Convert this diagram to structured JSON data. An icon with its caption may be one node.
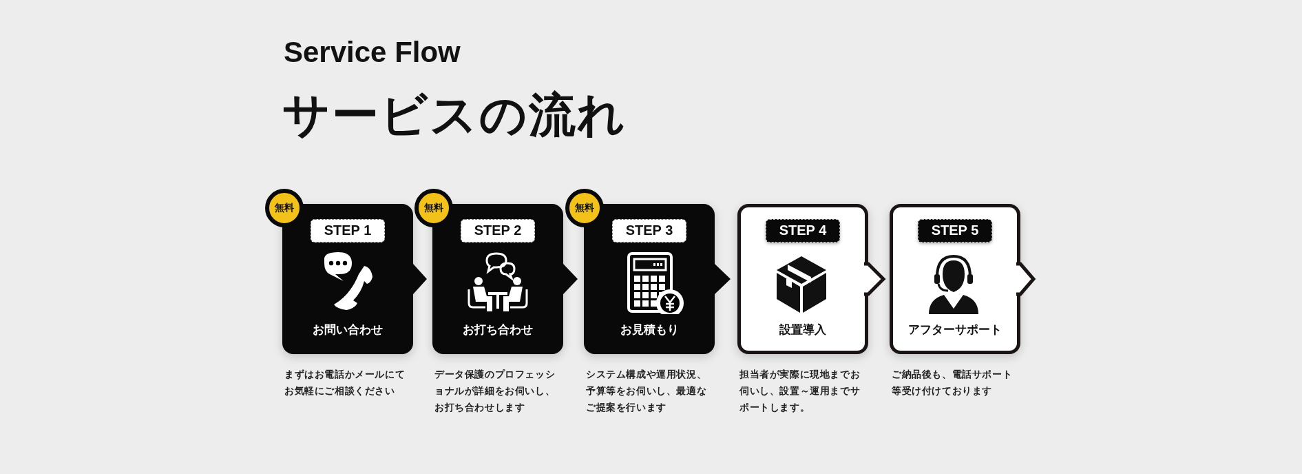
{
  "diagram": {
    "title": "サービスの流れ",
    "nodes": [
      {
        "text": [
          "無料"
        ]
      },
      {
        "text": [
          "STEP 1",
          "お問い合わせ"
        ],
        "beside": [
          "まずはお電話かメールにてお気軽にご相談ください"
        ]
      },
      {
        "text": [
          "無料"
        ]
      },
      {
        "text": [
          "STEP 2",
          "お打ち合わせ"
        ],
        "beside": [
          "データ保護のプロフェッショナルが詳細をお伺いし、お打ち合わせします"
        ]
      },
      {
        "text": [
          "無料"
        ]
      },
      {
        "text": [
          "STEP 3",
          "お見積もり"
        ],
        "beside": [
          "システム構成や運用状況、予算等をお伺いし、最適なご提案を行います"
        ]
      },
      {
        "text": [
          "STEP 4",
          "設置導入"
        ],
        "beside": [
          "担当者が実際に現地までお伺いし、設置～運用までサポートします。"
        ]
      },
      {
        "text": [
          "STEP 5",
          "アフターサポート"
        ],
        "beside": [
          "ご納品後も、電話サポート等受け付けております"
        ]
      }
    ],
    "edges": [
      {
        "from": 1,
        "to": 3,
        "arrow": "to"
      },
      {
        "from": 3,
        "to": 5,
        "arrow": "to"
      },
      {
        "from": 5,
        "to": 6,
        "arrow": "to"
      },
      {
        "from": 6,
        "to": 7,
        "arrow": "to"
      },
      {
        "from": 7,
        "to": null,
        "arrow": "to"
      }
    ],
    "labels": [
      "Service Flow"
    ]
  }
}
